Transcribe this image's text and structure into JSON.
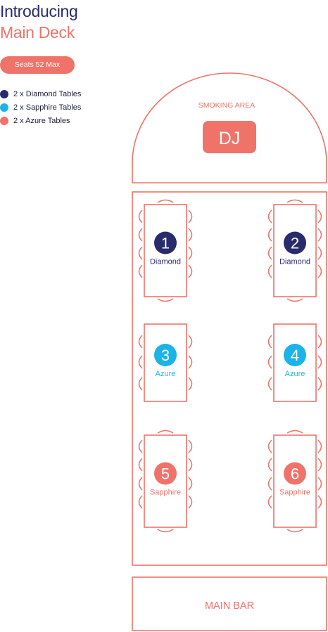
{
  "header": {
    "title_line1": "Introducing",
    "title_line2": "Main Deck"
  },
  "badge": {
    "label": "Seats 52 Max"
  },
  "legend": [
    {
      "label": "2 x Diamond Tables",
      "color": "#2a2a6e"
    },
    {
      "label": "2 x Sapphire Tables",
      "color": "#1ab4e8"
    },
    {
      "label": "2 x Azure Tables",
      "color": "#ef7369"
    }
  ],
  "plan": {
    "smoking_label": "SMOKING AREA",
    "dj_label": "DJ",
    "bar_label": "MAIN BAR",
    "outline_color": "#ef7369",
    "tables": [
      {
        "number": "1",
        "name": "Diamond",
        "color": "#2a2a6e"
      },
      {
        "number": "2",
        "name": "Diamond",
        "color": "#2a2a6e"
      },
      {
        "number": "3",
        "name": "Azure",
        "color": "#1ab4e8"
      },
      {
        "number": "4",
        "name": "Azure",
        "color": "#1ab4e8"
      },
      {
        "number": "5",
        "name": "Sapphire",
        "color": "#ef7369"
      },
      {
        "number": "6",
        "name": "Sapphire",
        "color": "#ef7369"
      }
    ]
  }
}
